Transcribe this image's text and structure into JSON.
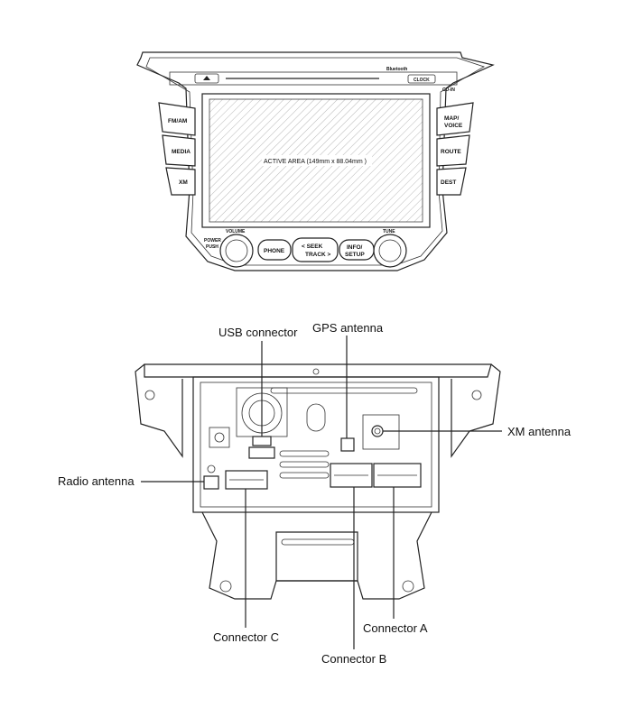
{
  "front_panel": {
    "buttons_left": [
      "FM/AM",
      "MEDIA",
      "XM"
    ],
    "buttons_right": [
      "MAP/\nVOICE",
      "ROUTE",
      "DEST"
    ],
    "bottom_buttons": [
      "PHONE",
      "< SEEK\n  TRACK >",
      "INFO/\nSETUP"
    ],
    "knob_labels": {
      "volume": "VOLUME",
      "tune": "TUNE",
      "power": "POWER\nPUSH"
    },
    "active_area": "ACTIVE  AREA  (149mm x 88.04mm )",
    "top_labels": {
      "bluetooth": "Bluetooth",
      "clock": "CLOCK",
      "cd": "CD-IN"
    }
  },
  "callouts": {
    "usb": "USB connector",
    "gps": "GPS antenna",
    "xm": "XM antenna",
    "radio": "Radio antenna",
    "conn_c": "Connector C",
    "conn_b": "Connector B",
    "conn_a": "Connector A"
  }
}
